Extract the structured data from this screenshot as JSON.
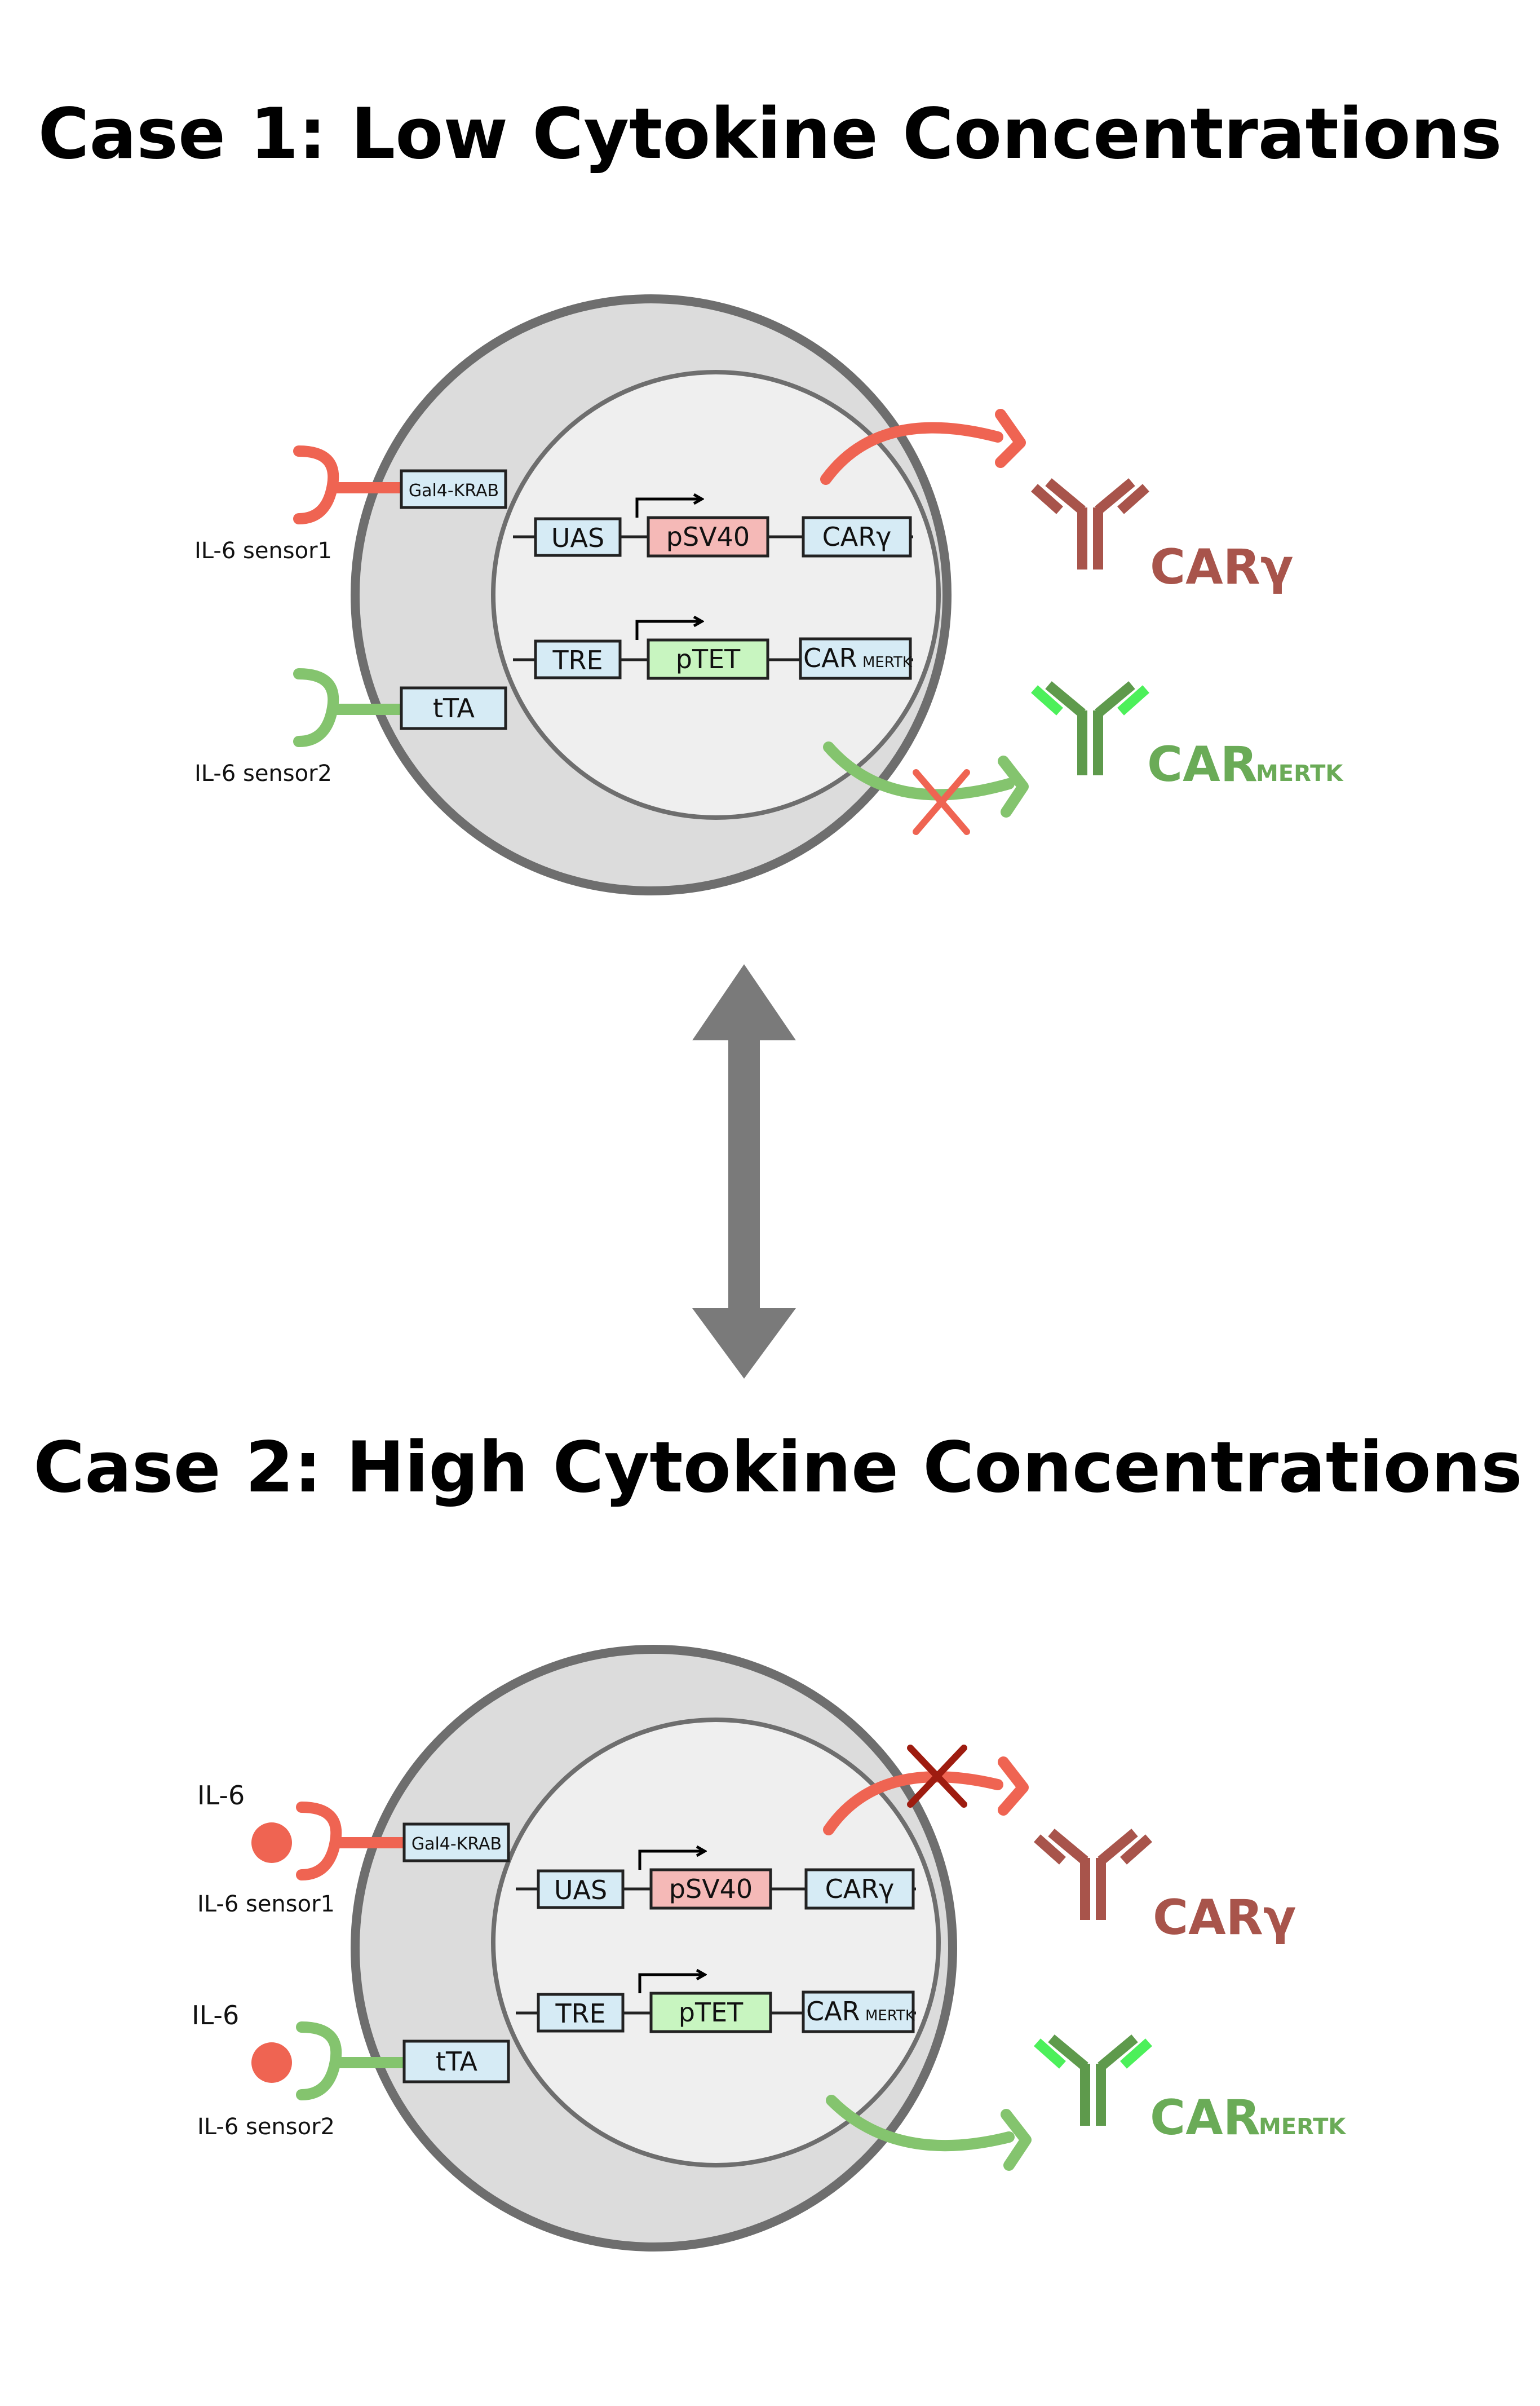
{
  "case1": {
    "title": "Case  1: Low  Cytokine  Concentrations",
    "sensor1_label": "IL-6  sensor1",
    "sensor2_label": "IL-6  sensor2",
    "gal4_label": "Gal4-KRAB",
    "tta_label": "tTA",
    "uas_label": "UAS",
    "psv40_label": "pSV40",
    "cary_label": "CARγ",
    "tre_label": "TRE",
    "ptet_label": "pTET",
    "carmertk_main": "CAR",
    "carmertk_sub": "MERTK",
    "output_cary": "CARγ",
    "output_car": "CAR",
    "output_mertk": "MERTK"
  },
  "case2": {
    "title": "Case  2: High  Cytokine  Concentrations",
    "il6_top": "IL-6",
    "il6_bottom": "IL-6",
    "sensor1_label": "IL-6  sensor1",
    "sensor2_label": "IL-6  sensor2",
    "gal4_label": "Gal4-KRAB",
    "tta_label": "tTA",
    "uas_label": "UAS",
    "psv40_label": "pSV40",
    "cary_label": "CARγ",
    "tre_label": "TRE",
    "ptet_label": "pTET",
    "carmertk_main": "CAR",
    "carmertk_sub": "MERTK",
    "output_cary": "CARγ",
    "output_car": "CAR",
    "output_mertk": "MERTK"
  },
  "colors": {
    "red": "#ef6452",
    "green": "#84c46e",
    "dark_red": "#a8544b",
    "dark_green": "#5e9a4c",
    "bright_green": "#4cf05a",
    "box_blue": "#d6ebf5",
    "box_pink": "#f5b9b7",
    "box_green": "#c8f5c0",
    "cell_outer": "#dcdcdc",
    "cell_inner": "#efefef",
    "arrow_gray": "#7a7a7a"
  }
}
